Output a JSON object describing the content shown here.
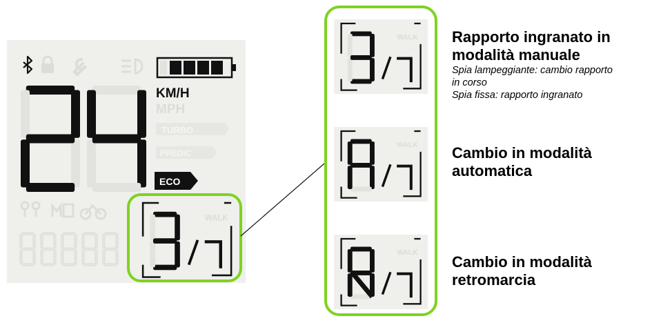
{
  "display": {
    "speed_digits": "24",
    "speed_unit_active": "KM/H",
    "speed_unit_inactive": "MPH",
    "assist_modes_inactive": [
      "TURBO",
      "PREDIC"
    ],
    "assist_mode_active": "ECO",
    "odometer_ghost": "88888",
    "gear_current": "3",
    "gear_separator": "/",
    "gear_total": "7",
    "walk_label": "WALK"
  },
  "variants": [
    {
      "gear_symbol": "3",
      "walk_label": "WALK"
    },
    {
      "gear_symbol": "A",
      "walk_label": "WALK"
    },
    {
      "gear_symbol": "R",
      "walk_label": "WALK"
    }
  ],
  "descriptions": [
    {
      "title_line1": "Rapporto ingranato in",
      "title_line2": "modalità manuale",
      "sub_line1": "Spia lampeggiante: cambio rapporto",
      "sub_line2": "in corso",
      "sub_line3": "Spia fissa: rapporto ingranato"
    },
    {
      "title_line1": "Cambio in modalità",
      "title_line2": "automatica"
    },
    {
      "title_line1": "Cambio in modalità",
      "title_line2": "retromarcia"
    }
  ],
  "colors": {
    "highlight": "#7ed321",
    "lcd_background": "#efefec",
    "segment_on": "#111111",
    "segment_off": "#e2e2df",
    "mini_segment_on": "#2c4a55"
  }
}
